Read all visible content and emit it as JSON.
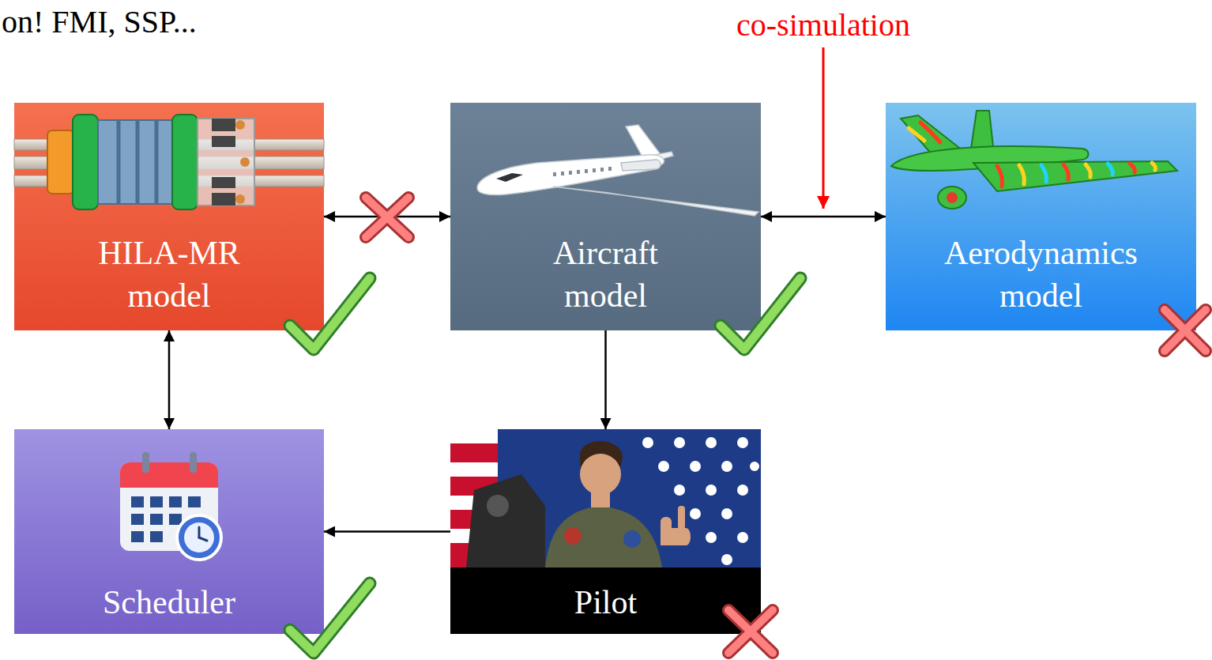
{
  "diagram": {
    "nodes": [
      {
        "text": [
          "HILA-MR model"
        ]
      },
      {
        "text": [
          "Aircraft model"
        ]
      },
      {
        "text": [
          "Aerodynamics model"
        ]
      },
      {
        "text": [
          "Scheduler"
        ]
      },
      {
        "text": [
          "Pilot"
        ]
      }
    ],
    "edges": [
      {
        "from": 0,
        "to": 1,
        "arrow": "both"
      },
      {
        "from": 1,
        "to": 2,
        "arrow": "both"
      },
      {
        "from": 1,
        "to": 4,
        "arrow": "to"
      },
      {
        "from": 4,
        "to": 3,
        "arrow": "to"
      },
      {
        "from": 0,
        "to": 3,
        "arrow": "both"
      }
    ],
    "labels": [
      "on! FMI, SSP...",
      "co-simulation"
    ]
  }
}
